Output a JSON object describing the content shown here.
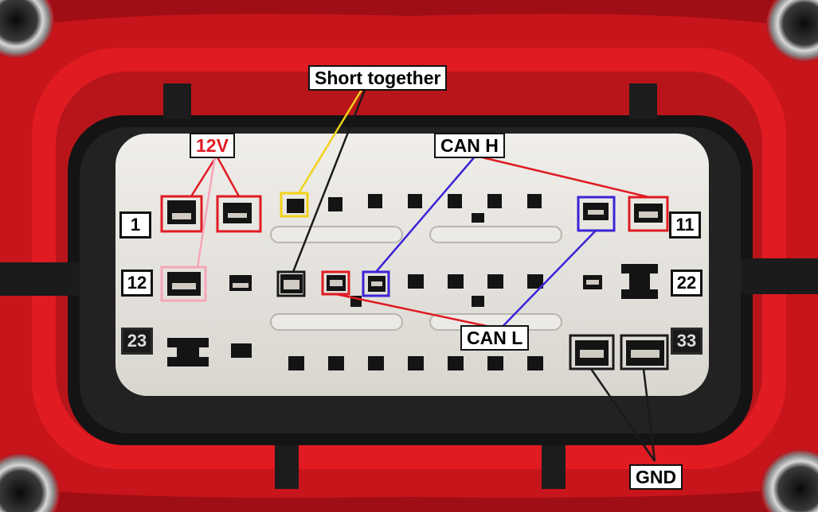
{
  "annotations": {
    "short_together": "Short together",
    "v12": "12V",
    "can_h": "CAN H",
    "can_l": "CAN L",
    "gnd": "GND"
  },
  "pin_numbers": {
    "p1": "1",
    "p11": "11",
    "p12": "12",
    "p22": "22",
    "p23": "23",
    "p33": "33"
  },
  "colors": {
    "v12": "#e01b22",
    "short_together": "#f2d21a",
    "can_h": "#3a24d6",
    "can_l": "#e01b22",
    "pin12_link": "#f4a6b8",
    "gnd": "#1a1a1a"
  }
}
